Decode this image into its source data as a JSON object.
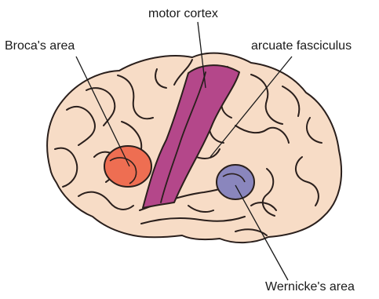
{
  "labels": {
    "broca": "Broca's area",
    "motor": "motor cortex",
    "arcuate": "arcuate fasciculus",
    "wernicke": "Wernicke's area"
  },
  "colors": {
    "brain_fill": "#f7dcc6",
    "brain_outline": "#2a1f1c",
    "motor_cortex": "#b4478a",
    "broca_area": "#ee6e52",
    "wernicke_area": "#8a86bd",
    "leader_line": "#1a1a1a"
  }
}
